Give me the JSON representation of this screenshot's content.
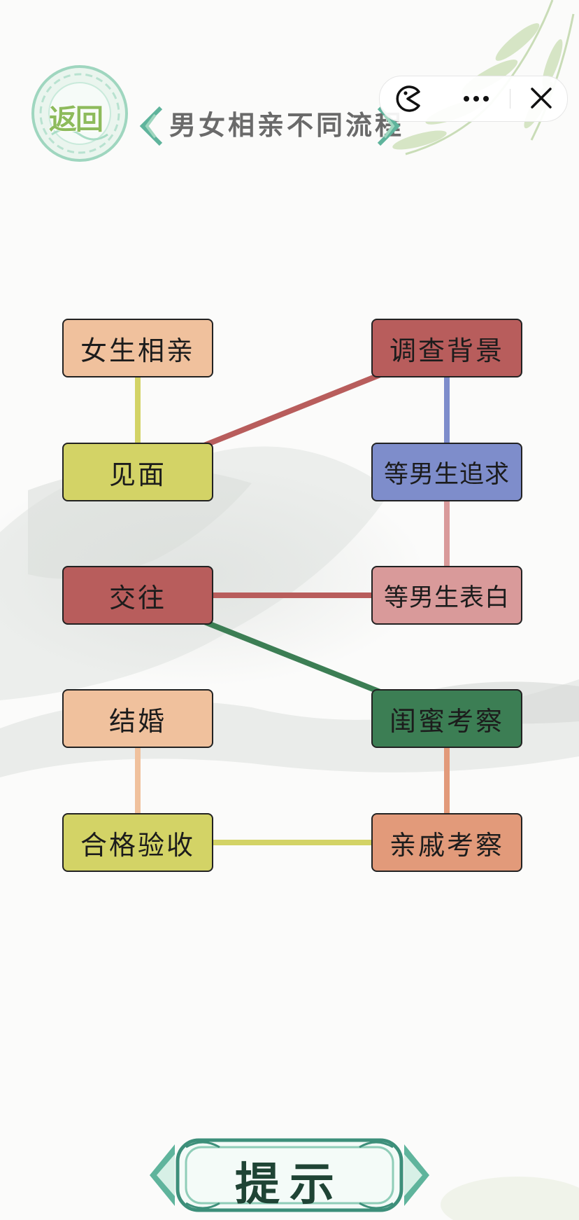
{
  "header": {
    "back_label": "返回",
    "title": "男女相亲不同流程"
  },
  "capsule": {
    "game_icon": "pacman-icon",
    "more_icon": "more-dots-icon",
    "close_icon": "close-icon"
  },
  "cards": [
    {
      "id": "c1",
      "label": "女生相亲",
      "color": "#f0c19d"
    },
    {
      "id": "c2",
      "label": "调查背景",
      "color": "#b85d5c"
    },
    {
      "id": "c3",
      "label": "见面",
      "color": "#d3d366"
    },
    {
      "id": "c4",
      "label": "等男生追求",
      "color": "#7e8dcb"
    },
    {
      "id": "c5",
      "label": "交往",
      "color": "#b85d5c"
    },
    {
      "id": "c6",
      "label": "等男生表白",
      "color": "#d99a9a"
    },
    {
      "id": "c7",
      "label": "结婚",
      "color": "#f0c19d"
    },
    {
      "id": "c8",
      "label": "闺蜜考察",
      "color": "#3c7e54"
    },
    {
      "id": "c9",
      "label": "合格验收",
      "color": "#d3d366"
    },
    {
      "id": "c10",
      "label": "亲戚考察",
      "color": "#e29a7a"
    }
  ],
  "connections": [
    {
      "from": "c1",
      "to": "c3",
      "color": "#d3d366"
    },
    {
      "from": "c3",
      "to": "c2",
      "color": "#b85d5c"
    },
    {
      "from": "c2",
      "to": "c4",
      "color": "#7e8dcb"
    },
    {
      "from": "c4",
      "to": "c6",
      "color": "#d99a9a"
    },
    {
      "from": "c6",
      "to": "c5",
      "color": "#b85d5c"
    },
    {
      "from": "c5",
      "to": "c8",
      "color": "#3c7e54"
    },
    {
      "from": "c8",
      "to": "c10",
      "color": "#e29a7a"
    },
    {
      "from": "c10",
      "to": "c9",
      "color": "#d3d366"
    },
    {
      "from": "c9",
      "to": "c7",
      "color": "#f0c19d"
    }
  ],
  "hint": {
    "label": "提示"
  }
}
